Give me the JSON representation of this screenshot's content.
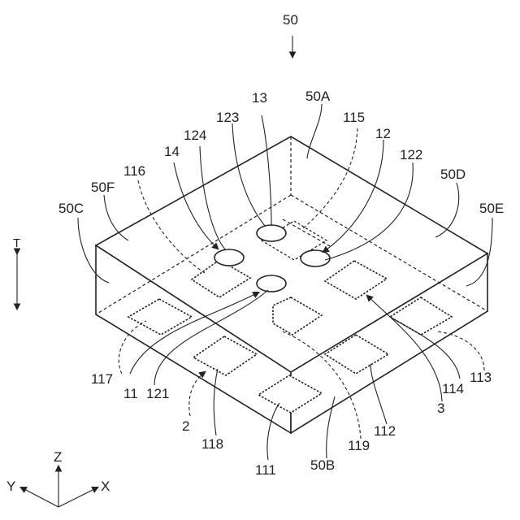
{
  "figure": {
    "labels": {
      "n50": "50",
      "n50A": "50A",
      "n50B": "50B",
      "n50C": "50C",
      "n50D": "50D",
      "n50E": "50E",
      "n50F": "50F",
      "n11": "11",
      "n12": "12",
      "n13": "13",
      "n14": "14",
      "n111": "111",
      "n112": "112",
      "n113": "113",
      "n114": "114",
      "n115": "115",
      "n116": "116",
      "n117": "117",
      "n118": "118",
      "n119": "119",
      "n121": "121",
      "n122": "122",
      "n123": "123",
      "n124": "124",
      "n2": "2",
      "n3": "3",
      "T": "T"
    },
    "axes": {
      "z": "Z",
      "y": "Y",
      "x": "X"
    }
  }
}
